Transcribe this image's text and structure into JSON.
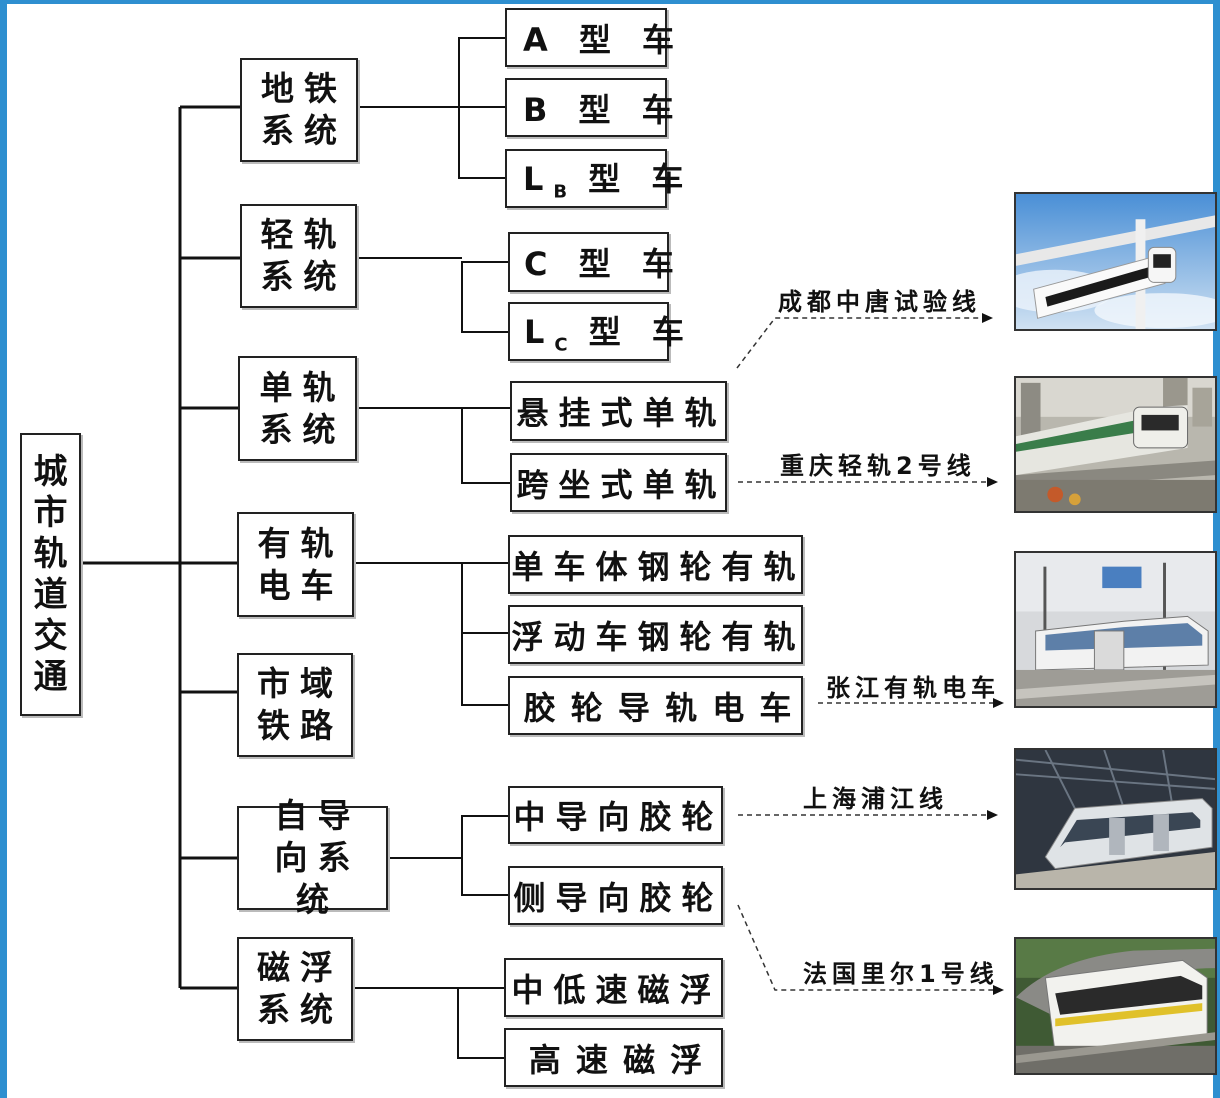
{
  "root": {
    "label": "城市轨道交通"
  },
  "categories": [
    {
      "label": "地铁系统",
      "leaves": [
        "A 型 车",
        "B 型 车",
        "LB型 车"
      ]
    },
    {
      "label": "轻轨系统",
      "leaves": [
        "C 型 车",
        "LC型 车"
      ]
    },
    {
      "label": "单轨系统",
      "leaves": [
        "悬挂式单轨",
        "跨坐式单轨"
      ]
    },
    {
      "label": "有轨电车",
      "leaves": [
        "单车体钢轮有轨",
        "浮动车钢轮有轨",
        "胶 轮 导 轨 电 车"
      ]
    },
    {
      "label": "市域铁路",
      "leaves": []
    },
    {
      "label": "自导向系  统",
      "leaves": [
        "中导向胶轮",
        "侧导向胶轮"
      ]
    },
    {
      "label": "磁浮系统",
      "leaves": [
        "中低速磁浮",
        "高 速 磁 浮"
      ]
    }
  ],
  "examples": [
    {
      "label": "成都中唐试验线",
      "photo": "suspended-monorail-photo"
    },
    {
      "label": "重庆轻轨2号线",
      "photo": "straddle-monorail-photo"
    },
    {
      "label": "张江有轨电车",
      "photo": "rubber-tyred-tram-photo"
    },
    {
      "label": "上海浦江线",
      "photo": "apm-center-guided-photo"
    },
    {
      "label": "法国里尔1号线",
      "photo": "vat-side-guided-photo"
    }
  ],
  "subscripts": {
    "lb": "B",
    "lc": "C"
  },
  "colors": {
    "frame": "#2e8fd0",
    "line": "#111111",
    "box_border": "#222222"
  }
}
